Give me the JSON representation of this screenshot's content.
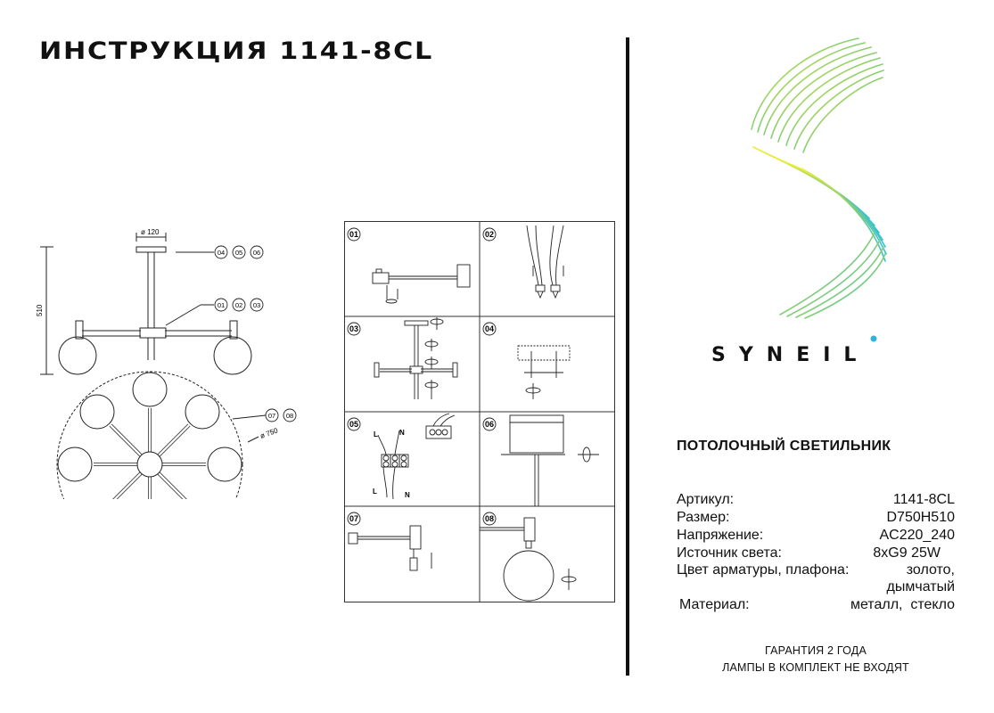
{
  "document": {
    "title": "ИНСТРУКЦИЯ 1141-8CL",
    "brand": "SYNEIL",
    "product_type": "ПОТОЛОЧНЫЙ СВЕТИЛЬНИК"
  },
  "drawing": {
    "dim_top": "ø 120",
    "dim_height": "510",
    "dim_diameter": "ø 750",
    "callouts": {
      "top": [
        "04",
        "05",
        "06"
      ],
      "middle": [
        "01",
        "02",
        "03"
      ],
      "bottom": [
        "07",
        "08"
      ]
    }
  },
  "steps": [
    "01",
    "02",
    "03",
    "04",
    "05",
    "06",
    "07",
    "08"
  ],
  "wiring_labels": [
    "L",
    "N",
    "L",
    "N"
  ],
  "specs": [
    {
      "label": "Артикул:",
      "value": "1141-8CL"
    },
    {
      "label": "Размер:",
      "value": "D750H510"
    },
    {
      "label": "Напряжение:",
      "value": "AC220_240"
    },
    {
      "label": "Источник света:",
      "value": "8xG9 25W"
    },
    {
      "label": "Цвет арматуры, плафона:",
      "value": "золото,"
    },
    {
      "label": "",
      "value": "дымчатый"
    },
    {
      "label": "Материал:",
      "value": "металл,  стекло"
    }
  ],
  "footer": [
    "ГАРАНТИЯ 2 ГОДА",
    "ЛАМПЫ В КОМПЛЕКТ НЕ ВХОДЯТ"
  ]
}
